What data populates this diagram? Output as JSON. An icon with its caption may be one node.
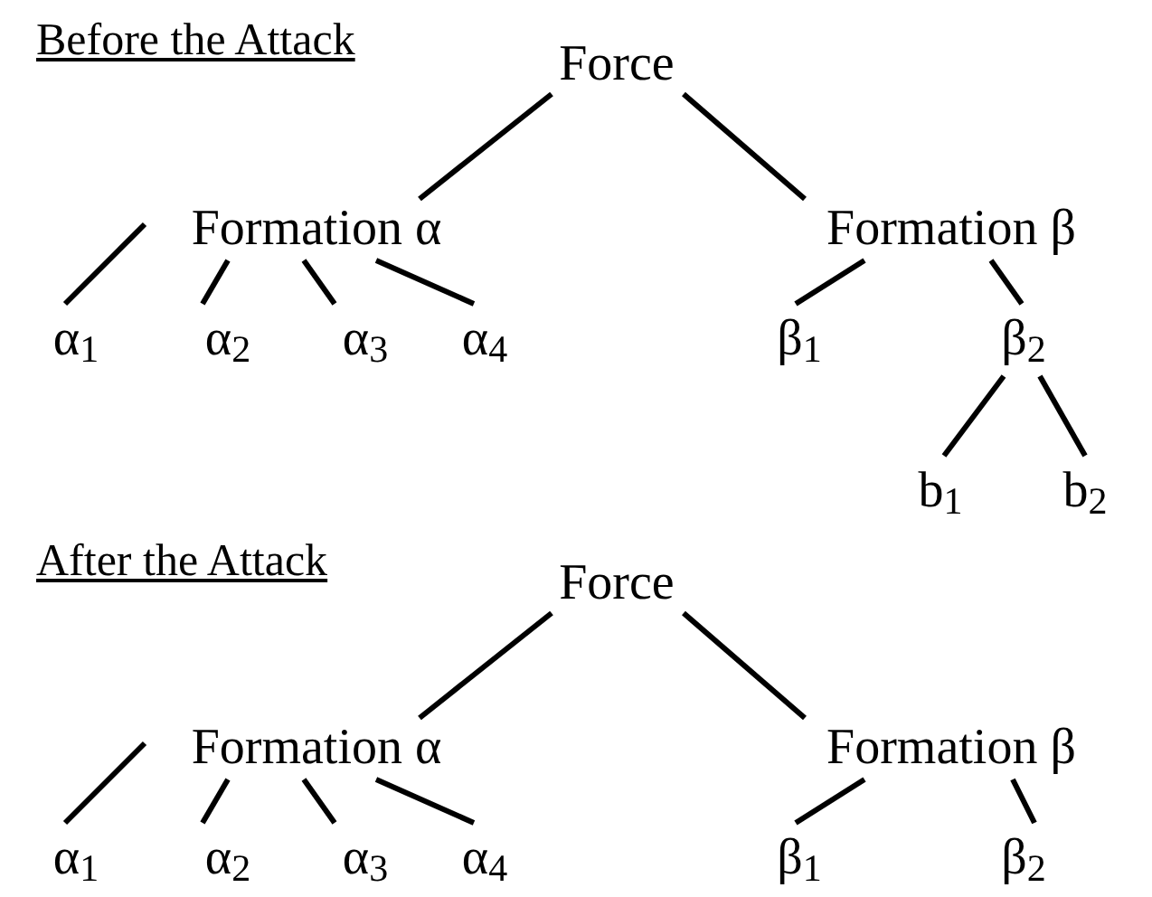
{
  "diagram": {
    "nodes": [
      {
        "text": [
          "Force"
        ]
      },
      {
        "text": [
          "Formation α"
        ]
      },
      {
        "text": [
          "Formation β"
        ]
      },
      {
        "text": [
          "α$_{1}$"
        ]
      },
      {
        "text": [
          "α$_{2}$"
        ]
      },
      {
        "text": [
          "α$_{3}$"
        ]
      },
      {
        "text": [
          "α$_{4}$"
        ]
      },
      {
        "text": [
          "β$_{1}$"
        ]
      },
      {
        "text": [
          "β$_{2}$"
        ]
      },
      {
        "text": [
          "b$_{1}$"
        ]
      },
      {
        "text": [
          "b$_{2}$"
        ]
      },
      {
        "text": [
          "Force"
        ]
      },
      {
        "text": [
          "Formation α"
        ]
      },
      {
        "text": [
          "Formation β"
        ]
      },
      {
        "text": [
          "α$_{1}$"
        ]
      },
      {
        "text": [
          "α$_{2}$"
        ]
      },
      {
        "text": [
          "α$_{3}$"
        ]
      },
      {
        "text": [
          "α$_{4}$"
        ]
      },
      {
        "text": [
          "β$_{1}$"
        ]
      },
      {
        "text": [
          "β$_{2}$"
        ]
      }
    ],
    "edges": [
      {
        "from": 0,
        "to": 1,
        "arrow": "none"
      },
      {
        "from": 0,
        "to": 2,
        "arrow": "none"
      },
      {
        "from": 1,
        "to": 3,
        "arrow": "none"
      },
      {
        "from": 1,
        "to": 4,
        "arrow": "none"
      },
      {
        "from": 1,
        "to": 5,
        "arrow": "none"
      },
      {
        "from": 1,
        "to": 6,
        "arrow": "none"
      },
      {
        "from": 2,
        "to": 7,
        "arrow": "none"
      },
      {
        "from": 2,
        "to": 8,
        "arrow": "none"
      },
      {
        "from": 8,
        "to": 9,
        "arrow": "none"
      },
      {
        "from": 8,
        "to": 10,
        "arrow": "none"
      },
      {
        "from": 11,
        "to": 12,
        "arrow": "none"
      },
      {
        "from": 11,
        "to": 13,
        "arrow": "none"
      },
      {
        "from": 12,
        "to": 14,
        "arrow": "none"
      },
      {
        "from": 12,
        "to": 15,
        "arrow": "none"
      },
      {
        "from": 12,
        "to": 16,
        "arrow": "none"
      },
      {
        "from": 12,
        "to": 17,
        "arrow": "none"
      },
      {
        "from": 13,
        "to": 18,
        "arrow": "none"
      },
      {
        "from": 13,
        "to": 19,
        "arrow": "none"
      }
    ],
    "labels": [
      "Before the Attack",
      "After the Attack"
    ]
  }
}
